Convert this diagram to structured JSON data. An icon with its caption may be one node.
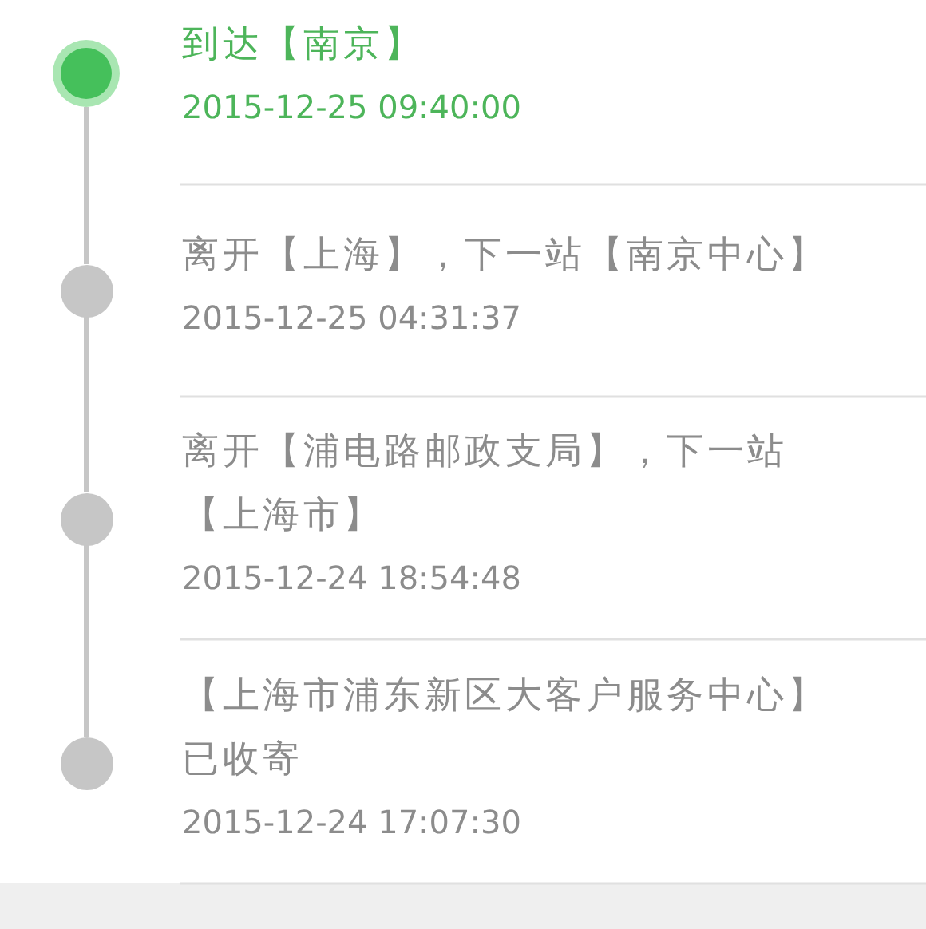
{
  "diagram": {
    "nodes": [
      {
        "text": [],
        "shape": "circle",
        "beside": [
          "到达【南京】",
          "2015-12-25 09:40:00"
        ]
      },
      {
        "text": [],
        "shape": "circle",
        "beside": [
          "离开【上海】，下一站【南京中心】",
          "2015-12-25 04:31:37"
        ]
      },
      {
        "text": [],
        "shape": "circle",
        "beside": [
          "离开【浦电路邮政支局】，下一站【上海市】",
          "2015-12-24 18:54:48"
        ]
      },
      {
        "text": [],
        "shape": "circle",
        "beside": [
          "【上海市浦东新区大客户服务中心】已收寄",
          "2015-12-24 17:07:30"
        ]
      }
    ],
    "edges": [
      {
        "from": 0,
        "to": 1,
        "arrow": "none"
      },
      {
        "from": 1,
        "to": 2,
        "arrow": "none"
      },
      {
        "from": 2,
        "to": 3,
        "arrow": "none"
      }
    ]
  }
}
